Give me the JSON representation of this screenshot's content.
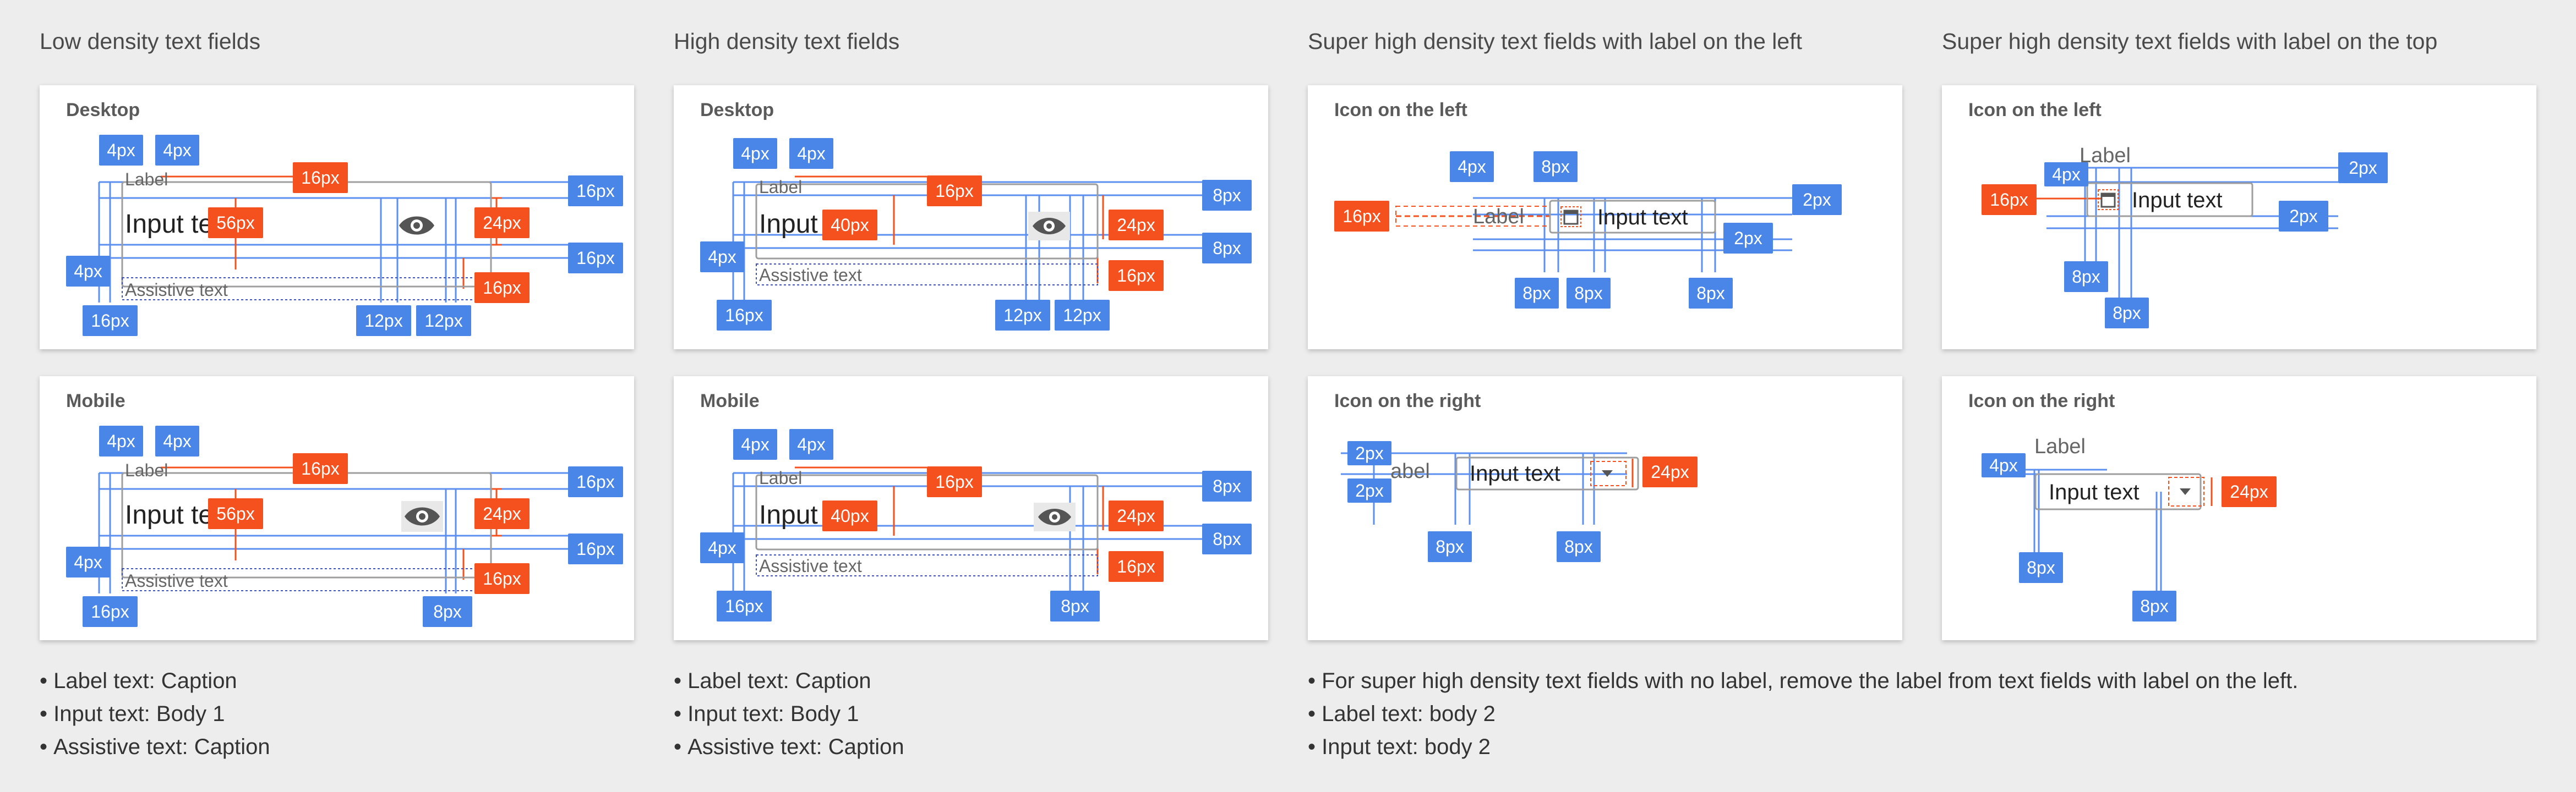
{
  "columns": [
    {
      "title": "Low density text fields"
    },
    {
      "title": "High density text fields"
    },
    {
      "title": "Super high density text fields with label on the left"
    },
    {
      "title": "Super high density text fields with label on the top"
    }
  ],
  "cards": {
    "low_desktop": {
      "title": "Desktop"
    },
    "low_mobile": {
      "title": "Mobile"
    },
    "high_desktop": {
      "title": "Desktop"
    },
    "high_mobile": {
      "title": "Mobile"
    },
    "shl_icon_left": {
      "title": "Icon on the left"
    },
    "shl_icon_right": {
      "title": "Icon on the right"
    },
    "sht_icon_left": {
      "title": "Icon on the left"
    },
    "sht_icon_right": {
      "title": "Icon on the right"
    }
  },
  "field": {
    "label": "Label",
    "input": "Input text",
    "input_clipped": "Input te",
    "input_short": "Input",
    "assistive": "Assistive text",
    "label_clipped": "abel"
  },
  "specs": {
    "low_desktop": [
      "4px",
      "4px",
      "16px",
      "16px",
      "16px",
      "56px",
      "24px",
      "4px",
      "16px",
      "16px",
      "12px",
      "12px"
    ],
    "low_mobile": [
      "4px",
      "4px",
      "16px",
      "16px",
      "16px",
      "56px",
      "24px",
      "4px",
      "16px",
      "16px",
      "8px"
    ],
    "high_desktop": [
      "4px",
      "4px",
      "16px",
      "8px",
      "40px",
      "24px",
      "8px",
      "4px",
      "16px",
      "16px",
      "12px",
      "12px"
    ],
    "high_mobile": [
      "4px",
      "4px",
      "16px",
      "8px",
      "40px",
      "24px",
      "8px",
      "4px",
      "16px",
      "16px",
      "8px"
    ],
    "shl_icon_left": [
      "4px",
      "8px",
      "16px",
      "2px",
      "2px",
      "8px",
      "8px",
      "8px"
    ],
    "shl_icon_right": [
      "2px",
      "2px",
      "24px",
      "8px",
      "8px"
    ],
    "sht_icon_left": [
      "4px",
      "16px",
      "2px",
      "2px",
      "8px",
      "8px"
    ],
    "sht_icon_right": [
      "4px",
      "24px",
      "8px",
      "8px"
    ]
  },
  "notes": {
    "low": [
      "Label text: Caption",
      "Input text: Body 1",
      "Assistive text: Caption"
    ],
    "high": [
      "Label text: Caption",
      "Input text: Body 1",
      "Assistive text: Caption"
    ],
    "super": [
      "For super high density text fields with no label, remove the label from text fields with label on the left.",
      "Label text: body 2",
      "Input text: body 2"
    ]
  },
  "colors": {
    "blue_spec": "#4a86e8",
    "orange_spec": "#f4511e",
    "guide_blue": "#5b8ff0",
    "field_border": "#9e9e9e"
  },
  "icons": {
    "visibility": "eye-icon",
    "date": "calendar-icon",
    "dropdown": "arrow-drop-down-icon"
  }
}
